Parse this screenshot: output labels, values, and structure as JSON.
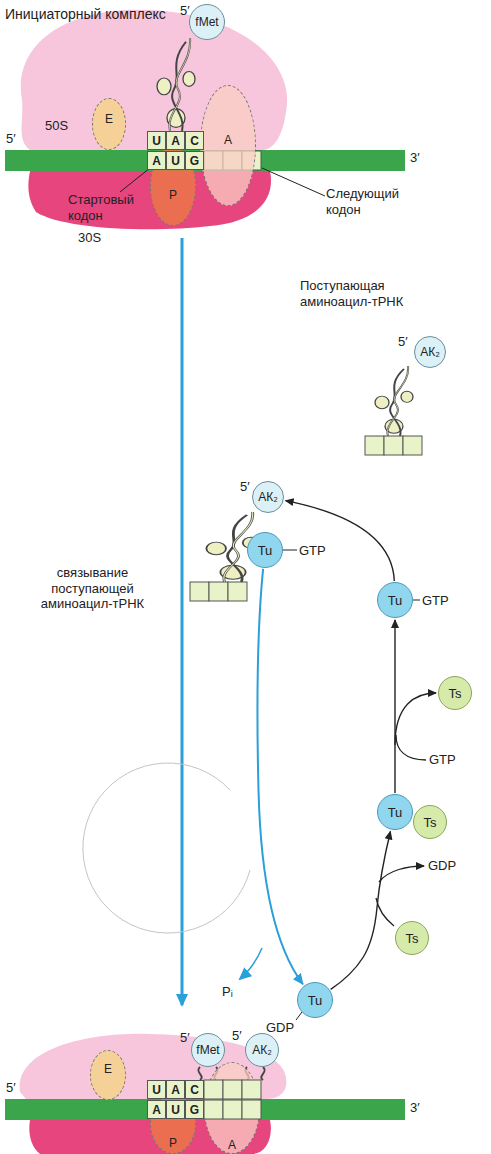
{
  "diagram": {
    "nodes": [
      {
        "text": [
          "fMet"
        ]
      },
      {
        "text": [
          "E"
        ]
      },
      {
        "text": [
          "P"
        ]
      },
      {
        "text": [
          "A"
        ]
      },
      {
        "text": [
          "U"
        ]
      },
      {
        "text": [
          "A"
        ]
      },
      {
        "text": [
          "C"
        ]
      },
      {
        "text": [
          "A"
        ]
      },
      {
        "text": [
          "U"
        ]
      },
      {
        "text": [
          "G"
        ]
      },
      {
        "text": [
          "АК₂"
        ]
      },
      {
        "text": [
          "АК₂"
        ]
      },
      {
        "text": [
          "Tu"
        ]
      },
      {
        "text": [
          "Tu"
        ]
      },
      {
        "text": [
          "Ts"
        ]
      },
      {
        "text": [
          "Tu"
        ]
      },
      {
        "text": [
          "Ts"
        ]
      },
      {
        "text": [
          "Ts"
        ]
      },
      {
        "text": [
          "Tu"
        ]
      },
      {
        "text": [
          "fMet"
        ]
      },
      {
        "text": [
          "АК₂"
        ]
      },
      {
        "text": [
          "E"
        ]
      },
      {
        "text": [
          "P"
        ]
      },
      {
        "text": [
          "A"
        ]
      },
      {
        "text": [
          "U"
        ]
      },
      {
        "text": [
          "A"
        ]
      },
      {
        "text": [
          "C"
        ]
      },
      {
        "text": [
          "A"
        ]
      },
      {
        "text": [
          "U"
        ]
      },
      {
        "text": [
          "G"
        ]
      }
    ],
    "edges": [
      {
        "from": 13,
        "to": 11,
        "arrow": "to"
      },
      {
        "from": 15,
        "to": 13,
        "arrow": "to"
      },
      {
        "from": 18,
        "to": 15,
        "arrow": "to"
      },
      {
        "from": 12,
        "to": 18,
        "arrow": "to"
      }
    ],
    "labels": [
      "Инициаторный комплекс",
      "5′",
      "50S",
      "5′",
      "3′",
      "Стартовый кодон",
      "Следующий кодон",
      "30S",
      "Поступающая аминоацил-тРНК",
      "5′",
      "5′",
      "GTP",
      "GTP",
      "GTP",
      "связывание поступающей аминоацил-тРНК",
      "GDP",
      "Pᵢ",
      "GDP",
      "5′",
      "5′",
      "5′",
      "3′"
    ]
  }
}
